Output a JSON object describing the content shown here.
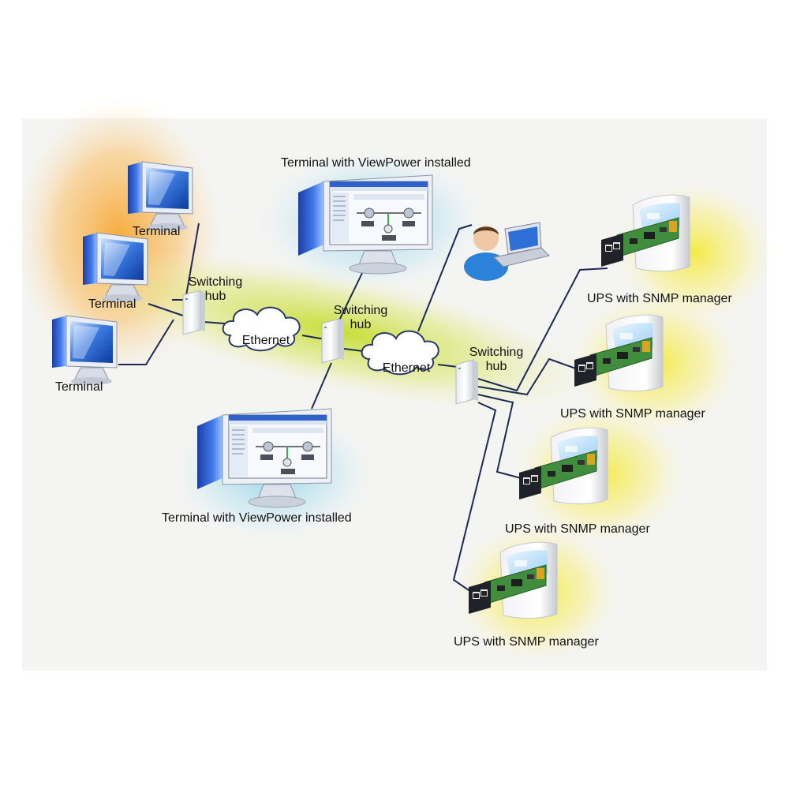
{
  "labels": {
    "terminal": "Terminal",
    "viewpower_terminal": "Terminal with ViewPower installed",
    "switching_hub_line1": "Switching",
    "switching_hub_line2": "hub",
    "ethernet": "Ethernet",
    "ups": "UPS with SNMP manager"
  },
  "colors": {
    "background_panel": "#f4f4f2",
    "glow_orange": "#f7a733",
    "glow_green": "#c4dc2a",
    "glow_blue": "#9ed8ea",
    "glow_yellow": "#f4ea3c",
    "cable": "#1c2a55",
    "monitor_blue": "#2a5fd0",
    "pcb_green": "#3a7a3a"
  }
}
